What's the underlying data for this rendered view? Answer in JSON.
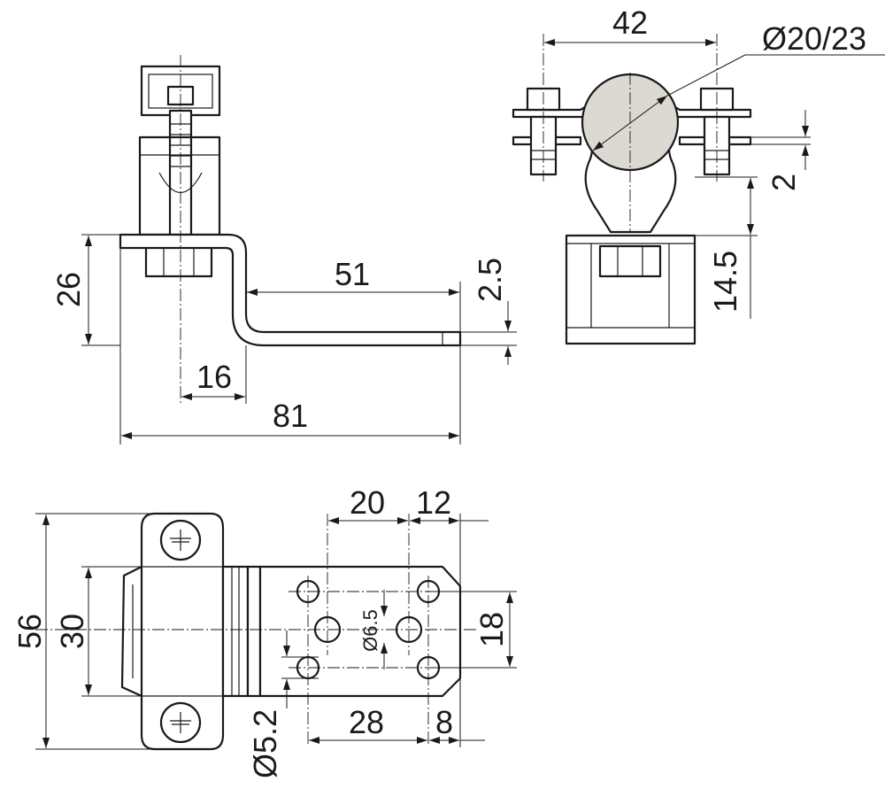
{
  "dimensions": {
    "side_height": "26",
    "side_offset": "16",
    "side_length": "81",
    "foot_length": "51",
    "thickness": "2.5",
    "clamp_width": "42",
    "pipe_diameter": "Ø20/23",
    "clamp_gap": "2",
    "base_height": "14.5",
    "plan_hole_pitch": "20",
    "plan_edge_offset": "12",
    "plan_total_width": "56",
    "plan_clamp_width": "30",
    "plan_hole_spacing": "18",
    "plan_center_hole": "Ø6.5",
    "plan_hole_offset": "28",
    "plan_edge_end": "8",
    "plan_small_hole": "Ø5.2"
  },
  "colors": {
    "line": "#1a1a1a",
    "pipe_fill": "#dcd8d2",
    "background": "#ffffff"
  }
}
